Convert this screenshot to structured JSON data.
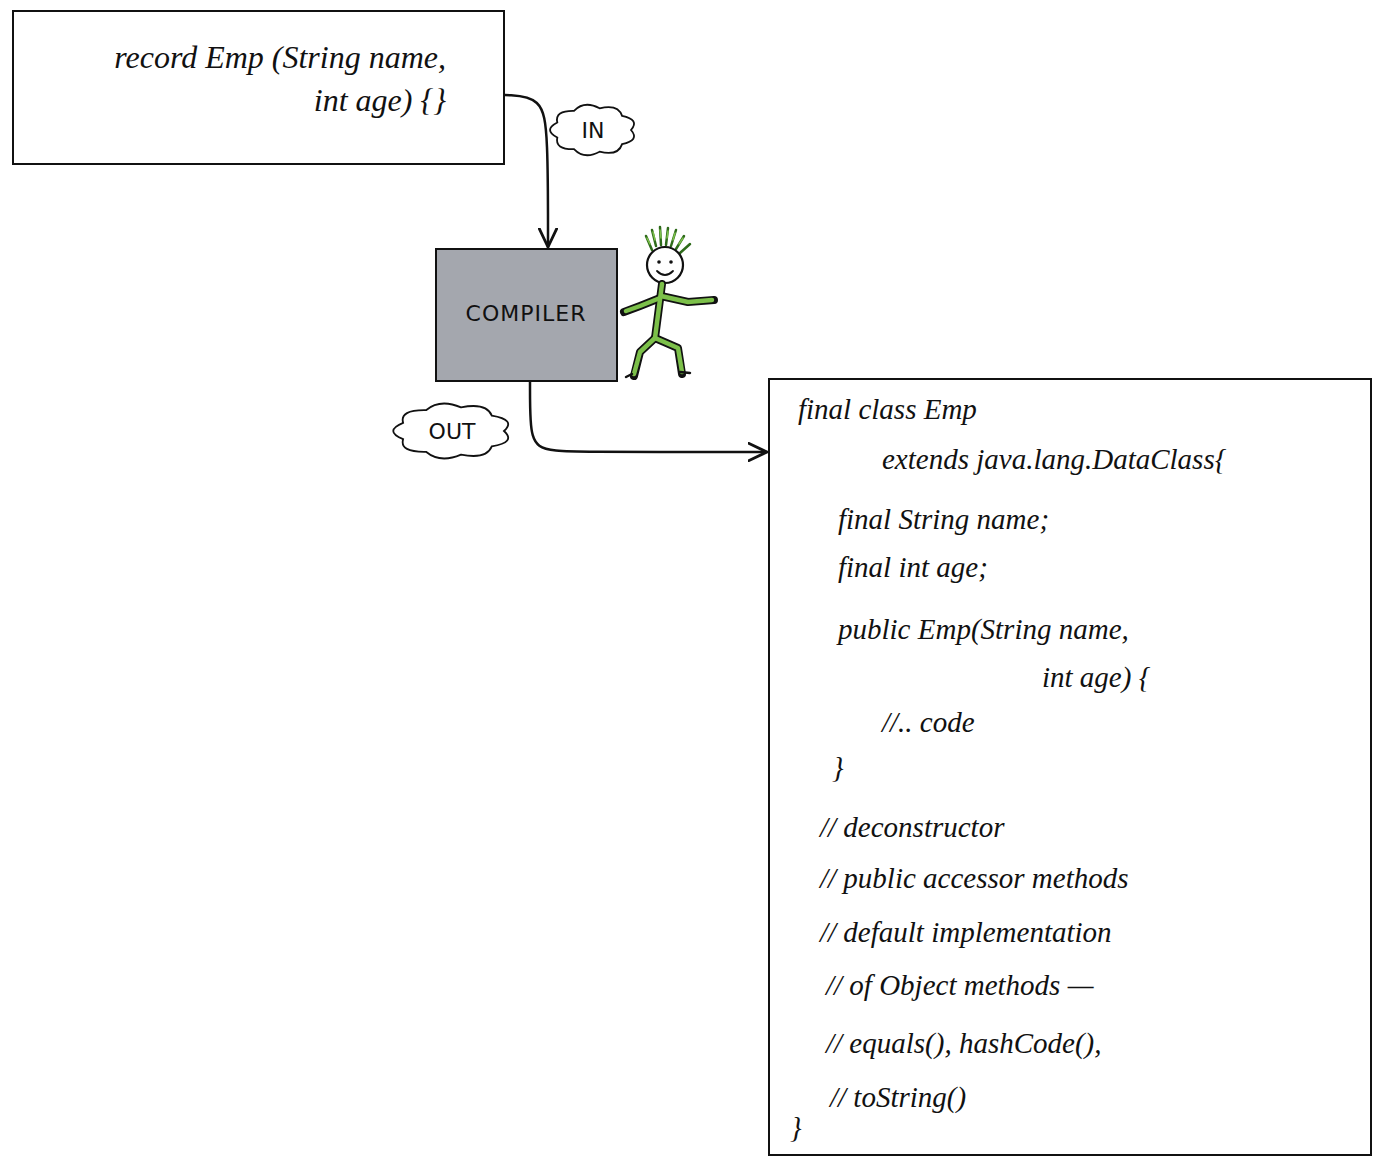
{
  "diagram": {
    "nodes": [
      {
        "text": [
          "record Emp (String name, int age) {}"
        ]
      },
      {
        "text": [
          "COMPILER"
        ]
      },
      {
        "text": [
          "final class Emp",
          "extends java.lang.DataClass{",
          "final String name;",
          "final int age;",
          "public Emp(String name,",
          "int age) {",
          "//.. code",
          "}",
          "// deconstructor",
          "// public accessor methods",
          "// default implementation",
          "// of Object methods —",
          "// equals(), hashCode(),",
          "// toString()",
          "}"
        ]
      }
    ],
    "edges": [
      {
        "from": 0,
        "to": 1,
        "label": "IN",
        "arrow": "to"
      },
      {
        "from": 1,
        "to": 2,
        "label": "OUT",
        "arrow": "to"
      }
    ]
  }
}
